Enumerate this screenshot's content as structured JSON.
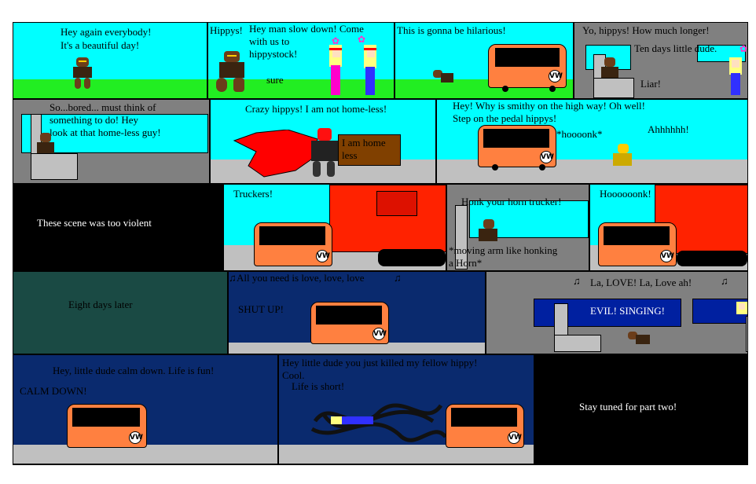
{
  "colors": {
    "sky": "#00ffff",
    "grass": "#22ee22",
    "road": "#c0c0c0",
    "van": "#ff8040",
    "truck": "#ff2200",
    "night_dark": "#1a4a44",
    "night_blue": "#0a2a6e",
    "gray_bg": "#808080"
  },
  "row1": {
    "p1": {
      "line1": "Hey again everybody!",
      "line2": "It's a beautiful day!"
    },
    "p2": {
      "hippys": "Hippys!",
      "hey_man": "Hey man slow down! Come\nwith us to\nhippystock!",
      "sure": "sure"
    },
    "p3": {
      "text": "This is gonna be hilarious!"
    },
    "p4": {
      "yo": "Yo, hippys! How much longer!",
      "ten_days": "Ten days little dude.",
      "liar": "Liar!"
    }
  },
  "row2": {
    "p1": {
      "text": "So...bored... must think of\nsomething  to  do! Hey\nlook at that home-less guy!"
    },
    "p2": {
      "crazy": "Crazy hippys! I am not home-less!",
      "sign": "I am home\nless"
    },
    "p3": {
      "hey": "Hey! Why is smithy on the high way! Oh well!\nStep on the pedal hippys!",
      "honk": "*hoooonk*",
      "ahh": "Ahhhhhh!"
    }
  },
  "row3": {
    "p1": {
      "text": "These scene was too violent"
    },
    "p2": {
      "text": "Truckers!"
    },
    "p3": {
      "honk": "Honk your horn trucker!",
      "moving": "*moving arm like honking\na  Horn*"
    },
    "p4": {
      "text": "Hoooooonk!"
    }
  },
  "row4": {
    "p1": {
      "text": "Eight days later"
    },
    "p2": {
      "song": "All you need is love, love, love",
      "note": "♫",
      "shut": "SHUT UP!"
    },
    "p3": {
      "song": "La, LOVE! La, Love ah!",
      "note": "♫",
      "evil": "EVIL! SINGING!"
    }
  },
  "row5": {
    "p1": {
      "calm": "Hey, little dude calm  down. Life is fun!",
      "shout": "CALM DOWN!"
    },
    "p2": {
      "killed": "Hey little dude you just killed my fellow hippy!",
      "cool": "Cool.",
      "short": "Life is short!"
    },
    "p3": {
      "text": "Stay tuned for part two!"
    }
  },
  "van_logo": "VW"
}
